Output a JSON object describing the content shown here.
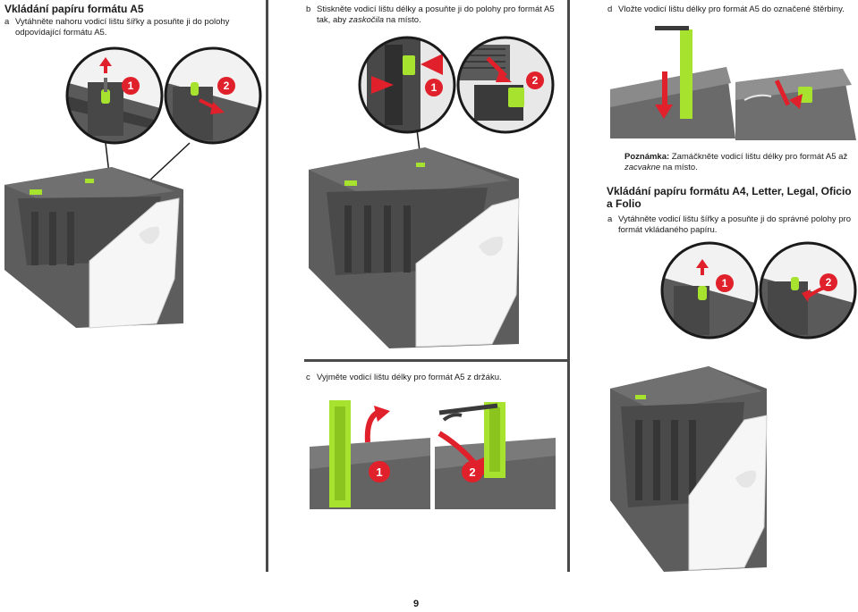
{
  "left": {
    "title": "Vkládání papíru formátu A5",
    "step_a_letter": "a",
    "step_a_text": "Vytáhněte nahoru vodicí lištu šířky a posuňte ji do polohy odpovídající formátu A5."
  },
  "middle": {
    "step_b_letter": "b",
    "step_b_text_1": "Stiskněte vodicí lištu délky a posuňte ji do polohy pro formát A5 tak, aby ",
    "step_b_emph": "zaskočila",
    "step_b_text_2": " na místo.",
    "step_c_letter": "c",
    "step_c_text": "Vyjměte vodicí lištu délky pro formát A5 z držáku."
  },
  "right": {
    "step_d_letter": "d",
    "step_d_text": "Vložte vodicí lištu délky pro formát A5 do označené štěrbiny.",
    "note_label": "Poznámka:",
    "note_text_1": " Zamáčkněte vodicí lištu délky pro formát A5 až ",
    "note_emph": "zacvakne",
    "note_text_2": " na místo.",
    "section_title": "Vkládání papíru formátu A4, Letter, Legal, Oficio a Folio",
    "step_a_letter": "a",
    "step_a_text": "Vytáhněte vodicí lištu šířky a posuňte ji do správné polohy pro formát vkládaného papíru."
  },
  "callouts": [
    "1",
    "2"
  ],
  "page_number": "9",
  "colors": {
    "accent_green": "#a6e22e",
    "marker_red": "#e0202a",
    "tray_gray": "#5a5a5a",
    "tray_white": "#f4f4f4"
  }
}
